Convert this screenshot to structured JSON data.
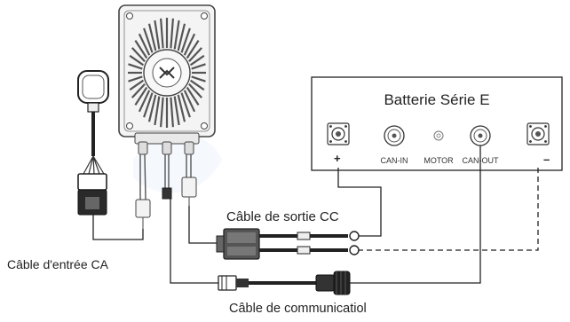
{
  "battery": {
    "title": "Batterie Série E",
    "port_can_in": "CAN-IN",
    "port_motor": "MOTOR",
    "port_can_out": "CAN-OUT",
    "positive_sign": "+",
    "negative_sign": "–"
  },
  "labels": {
    "dc_cable": "Câble de sortie CC",
    "ac_cable": "Câble d'entrée CA",
    "comm_cable": "Câble de communicatiol"
  },
  "colors": {
    "line": "#222222",
    "charger_body": "#f2f2f2",
    "charger_stroke": "#444444",
    "watermark": "#eef4fb"
  }
}
